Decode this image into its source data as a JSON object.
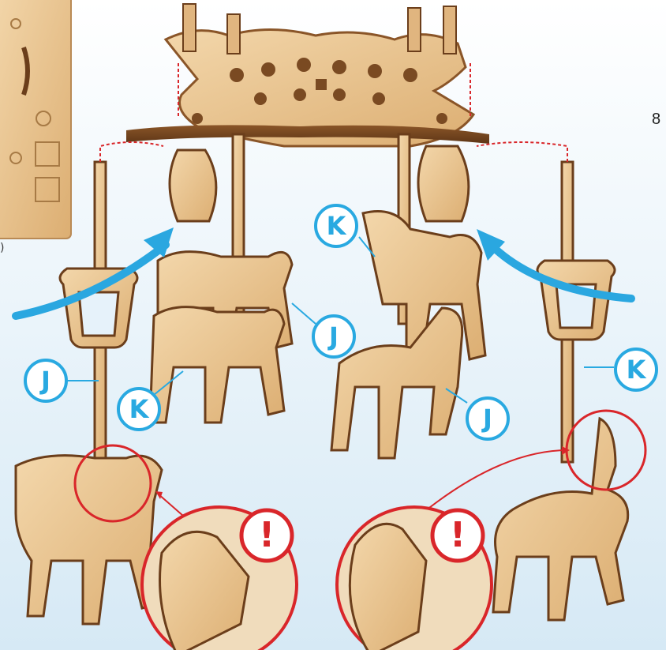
{
  "step_number": "8",
  "sheet_mark": ")",
  "labels": {
    "left_j": "J",
    "left_k": "K",
    "center_j": "J",
    "center_k": "K",
    "right_j": "J",
    "right_k": "K"
  },
  "warning_symbol": "!",
  "colors": {
    "label_blue": "#29a9e1",
    "arrow_blue": "#2aa7e0",
    "warning_red": "#d9262a",
    "wood_light": "#e9c48e",
    "wood_dark": "#7a4a22",
    "guide_red": "#d9262a"
  },
  "icons": [
    "insert-arrow-icon",
    "warning-icon",
    "magnifier-callout"
  ]
}
